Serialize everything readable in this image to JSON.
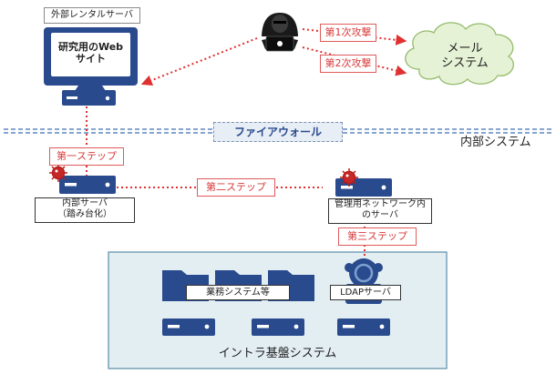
{
  "rental_server": {
    "label": "外部レンタルサーバ",
    "monitor_text": "研究用のWeb\nサイト"
  },
  "attack_1_label": "第1次攻撃",
  "attack_2_label": "第2次攻撃",
  "mail_system_label": "メール\nシステム",
  "firewall_label": "ファイアウォール",
  "internal_system_label": "内部システム",
  "step_1_label": "第一ステップ",
  "step_2_label": "第二ステップ",
  "step_3_label": "第三ステップ",
  "internal_server_label": "内部サーバ\n（踏み台化）",
  "admin_server_label": "管理用ネットワーク内\nのサーバ",
  "business_system_label": "業務システム等",
  "ldap_server_label": "LDAPサーバ",
  "intra_platform_label": "イントラ基盤システム",
  "colors": {
    "navy": "#2a4a8e",
    "attack_red": "#e03030",
    "intra_bg": "#e3eef3",
    "firewall_blue": "#3f6fb5"
  }
}
